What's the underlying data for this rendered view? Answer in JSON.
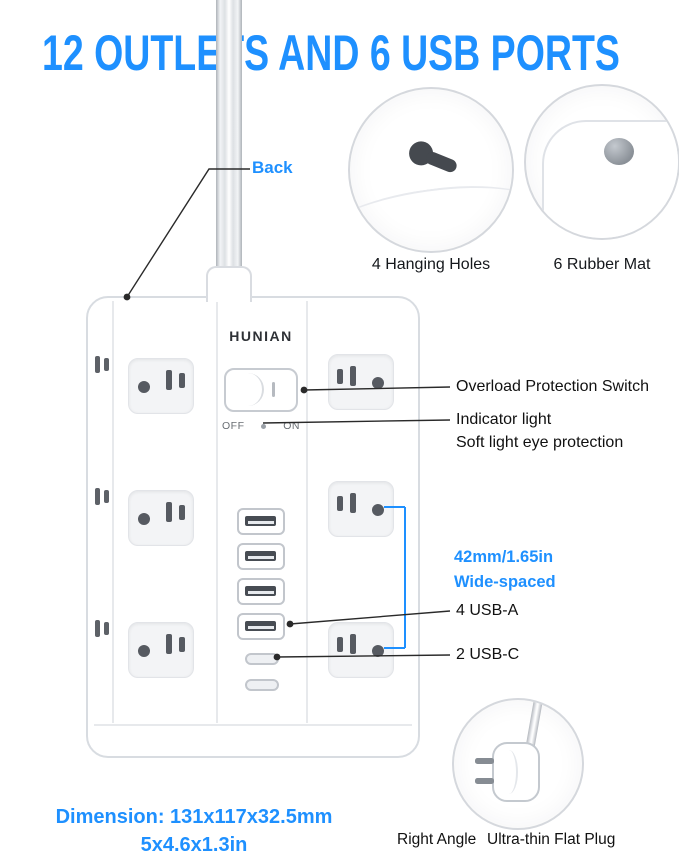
{
  "title": "12 OUTLETS AND 6 USB PORTS",
  "back_label": "Back",
  "insets": {
    "hanging_holes_label": "4 Hanging Holes",
    "rubber_mat_label": "6 Rubber Mat",
    "plug_labels": {
      "right_angle": "Right Angle",
      "flat_plug": "Ultra-thin Flat Plug"
    }
  },
  "device": {
    "brand": "HUNIAN",
    "switch": {
      "off": "OFF",
      "on": "ON"
    }
  },
  "callouts": {
    "overload_switch": "Overload Protection Switch",
    "indicator_light": "Indicator light",
    "soft_light": "Soft light eye protection",
    "spacing_line1": "42mm/1.65in",
    "spacing_line2": "Wide-spaced",
    "usb_a": "4 USB-A",
    "usb_c": "2 USB-C"
  },
  "dimensions": {
    "line1": "Dimension: 131x117x32.5mm",
    "line2": "5x4.6x1.3in"
  },
  "colors": {
    "accent_blue": "#1E90FF",
    "callout_line": "#2A2A2A",
    "device_border": "#D8DCE1",
    "slot_dark": "#565A61"
  }
}
